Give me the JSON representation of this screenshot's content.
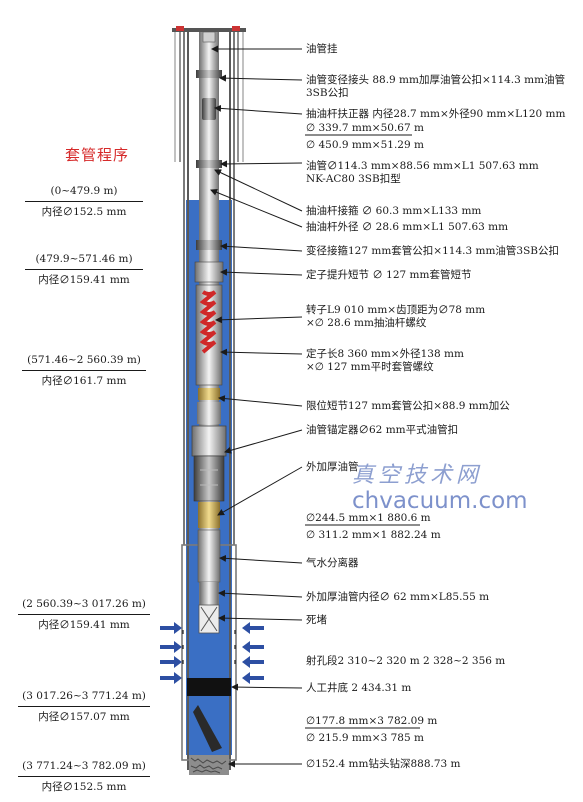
{
  "casing_title": "套管程序",
  "casing_program": [
    {
      "range": "(0~479.9 m)",
      "id": "内径∅152.5 mm"
    },
    {
      "range": "(479.9~571.46 m)",
      "id": "内径∅159.41 mm"
    },
    {
      "range": "(571.46~2 560.39 m)",
      "id": "内径∅161.7 mm"
    },
    {
      "range": "(2 560.39~3 017.26 m)",
      "id": "内径∅159.41 mm"
    },
    {
      "range": "(3 017.26~3 771.24 m)",
      "id": "内径∅157.07 mm"
    },
    {
      "range": "(3 771.24~3 782.09 m)",
      "id": "内径∅152.5 mm"
    }
  ],
  "labels": {
    "tubing_hanger": "油管挂",
    "crossover": "油管变径接头 88.9 mm加厚油管公扣×114.3 mm油管\n3SB公扣",
    "centralizer": "抽油杆扶正器 内径28.7 mm×外径90 mm×L120 mm",
    "casing_339": "∅ 339.7 mm×50.67 m",
    "hole_450": "∅ 450.9 mm×51.29 m",
    "tubing": "油管∅114.3 mm×88.56 mm×L1 507.63 mm\nNK-AC80 3SB扣型",
    "rod_coupling": "抽油杆接箍 ∅ 60.3 mm×L133 mm",
    "rod_od": "抽油杆外径 ∅ 28.6 mm×L1 507.63 mm",
    "crossover_coupling": "变径接箍127 mm套管公扣×114.3 mm油管3SB公扣",
    "stator_sub": "定子提升短节 ∅ 127 mm套管短节",
    "rotor": "转子L9 010 mm×齿顶距为∅78 mm\n×∅ 28.6 mm抽油杆螺纹",
    "stator": "定子长8 360 mm×外径138 mm\n×∅ 127 mm平时套管螺纹",
    "stop_sub": "限位短节127 mm套管公扣×88.9 mm加公",
    "anchor": "油管锚定器∅62 mm平式油管扣",
    "upset_tubing": "外加厚油管",
    "casing_244": "∅244.5 mm×1 880.6 m",
    "hole_311": "∅ 311.2 mm×1 882.24 m",
    "gas_separator": "气水分离器",
    "upset_tubing_id": "外加厚油管内径∅ 62 mm×L85.55 m",
    "plug": "死堵",
    "perforation": "射孔段2 310~2 320 m 2 328~2 356 m",
    "artificial_bottom": "人工井底 2 434.31 m",
    "casing_177": "∅177.8 mm×3 782.09 m",
    "hole_215": "∅ 215.9 mm×3 785 m",
    "drill_bit": "∅152.4 mm钻头钻深888.73 m"
  },
  "watermark": {
    "cn": "真空技术网",
    "url": "chvacuum.com"
  },
  "colors": {
    "fluid": "#3a6fc4",
    "title": "#d62a2a",
    "arrow": "#2d4fa3",
    "casing": "#8c8c8c"
  }
}
